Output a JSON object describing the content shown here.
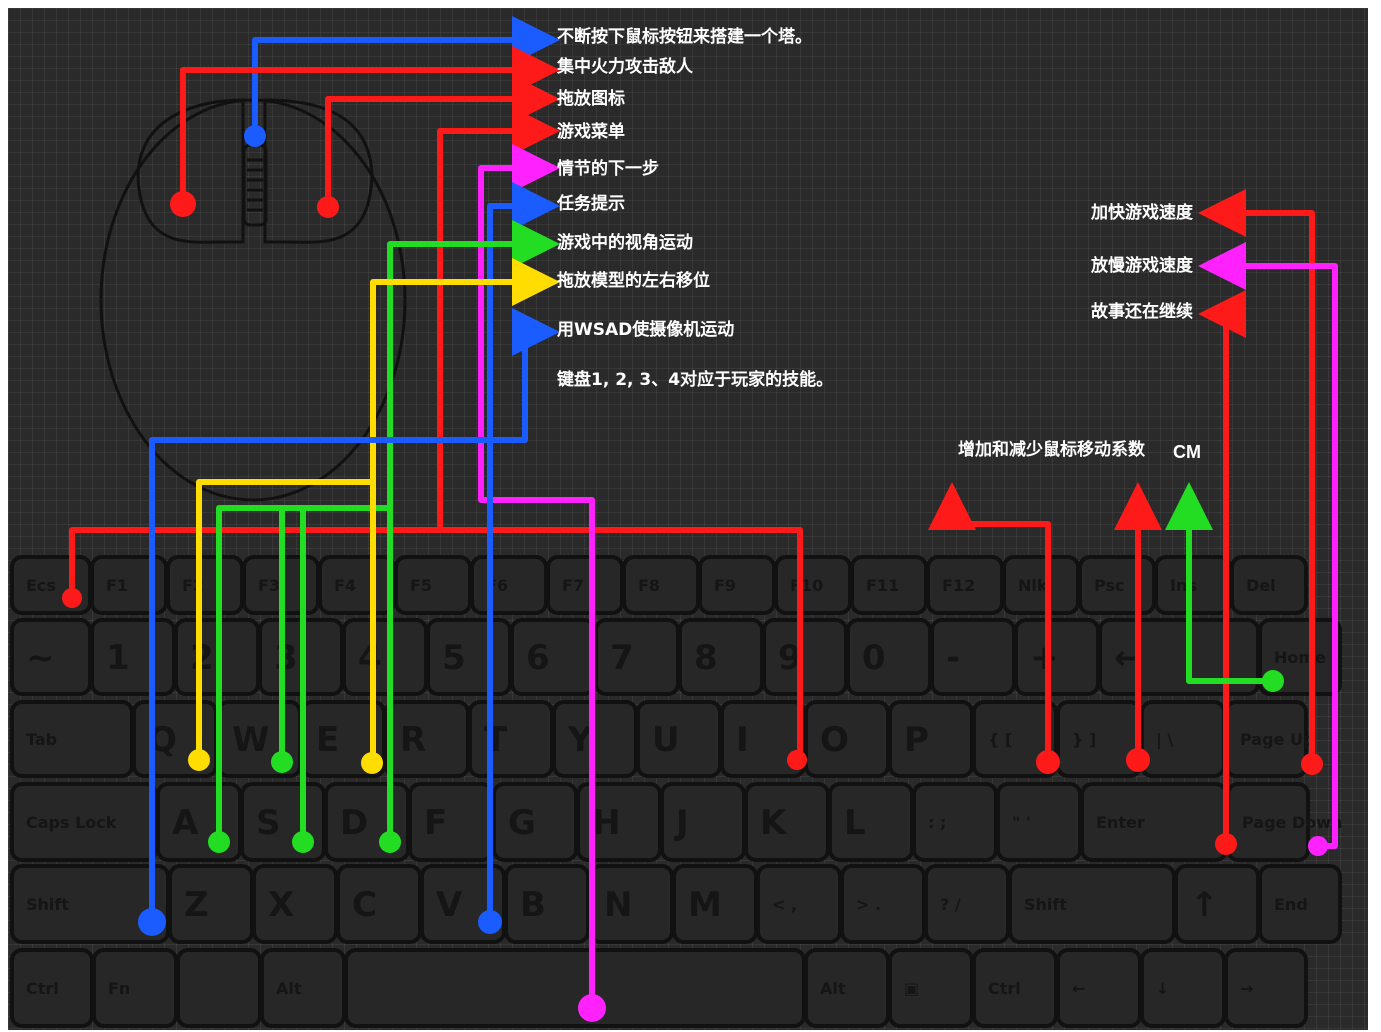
{
  "mouse_labels": {
    "build_tower": "不断按下鼠标按钮来搭建一个塔。",
    "focus_fire": "集中火力攻击敌人",
    "drag_icon": "拖放图标",
    "game_menu": "游戏菜单",
    "next_story": "情节的下一步",
    "task_hint": "任务提示",
    "view_move": "游戏中的视角运动",
    "model_lr": "拖放模型的左右移位",
    "wsad_camera": "用WSAD使摄像机运动",
    "skills": "键盘1, 2, 3、4对应于玩家的技能。"
  },
  "right_labels": {
    "speed_up": "加快游戏速度",
    "slow_down": "放慢游戏速度",
    "story_continue": "故事还在继续",
    "mouse_coeff": "增加和减少鼠标移动系数",
    "cm": "CM"
  },
  "keyboard_rows": [
    [
      "Ecs",
      "F1",
      "F2",
      "F3",
      "F4",
      "F5",
      "F6",
      "F7",
      "F8",
      "F9",
      "F10",
      "F11",
      "F12",
      "Nlk",
      "Psc",
      "Ins",
      "Del"
    ],
    [
      "~",
      "1",
      "2",
      "3",
      "4",
      "5",
      "6",
      "7",
      "8",
      "9",
      "0",
      "-",
      "+",
      "←",
      "Home"
    ],
    [
      "Tab",
      "Q",
      "W",
      "E",
      "R",
      "T",
      "Y",
      "U",
      "I",
      "O",
      "P",
      "{ [",
      "} ]",
      "| \\",
      "Page Up"
    ],
    [
      "Caps Lock",
      "A",
      "S",
      "D",
      "F",
      "G",
      "H",
      "J",
      "K",
      "L",
      ": ;",
      "\" '",
      "Enter",
      "Page Down"
    ],
    [
      "Shift",
      "Z",
      "X",
      "C",
      "V",
      "B",
      "N",
      "M",
      "< ,",
      "> .",
      "? /",
      "Shift",
      "↑",
      "End"
    ],
    [
      "Ctrl",
      "Fn",
      "",
      "Alt",
      "",
      "Alt",
      "▣",
      "Ctrl",
      "←",
      "↓",
      "→"
    ]
  ],
  "colors": {
    "red": "#ff1a1a",
    "blue": "#1a5cff",
    "green": "#22dd22",
    "yellow": "#ffdd00",
    "magenta": "#ff22ff",
    "background": "#2a2a2a"
  }
}
